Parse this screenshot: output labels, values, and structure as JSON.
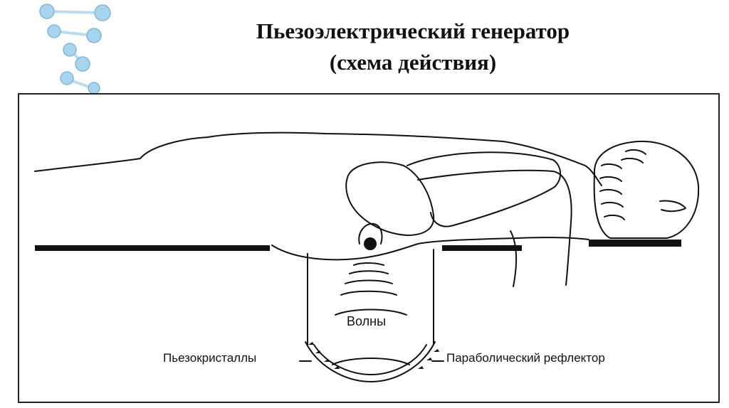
{
  "slide": {
    "title_line1": "Пьезоэлектрический генератор",
    "title_line2": "(схема действия)"
  },
  "diagram": {
    "labels": {
      "waves": "Волны",
      "piezocrystals": "Пьезокристаллы",
      "reflector": "Параболический рефлектор"
    },
    "colors": {
      "stroke": "#111111",
      "molecule": "#9ccbe8"
    }
  }
}
